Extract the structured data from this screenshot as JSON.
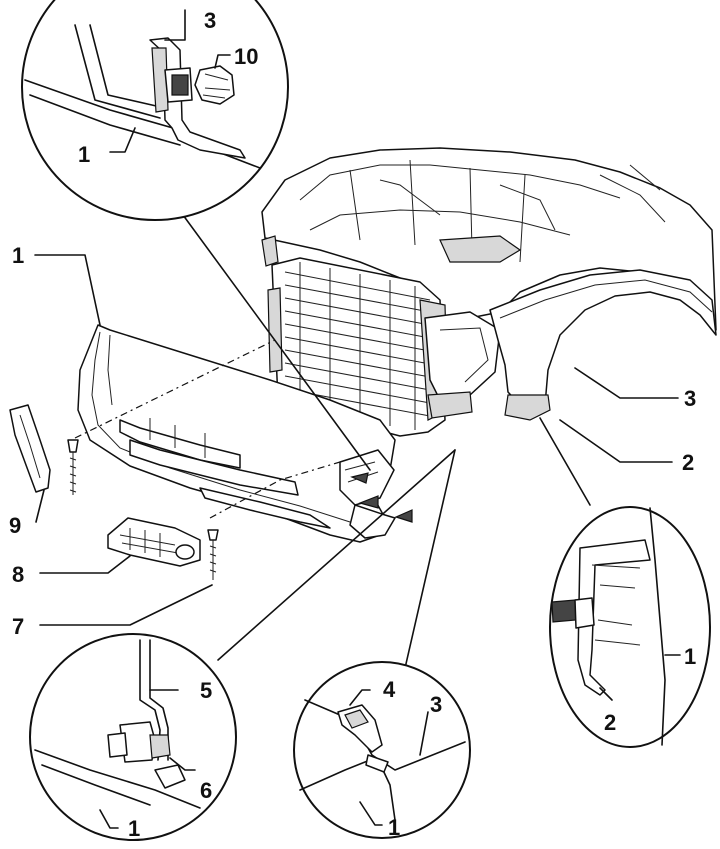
{
  "diagram": {
    "callouts": {
      "top_detail": {
        "c3": "3",
        "c10": "10",
        "c1": "1"
      },
      "main": {
        "c1": "1",
        "c9": "9",
        "c8": "8",
        "c7": "7",
        "c3": "3",
        "c2": "2"
      },
      "right_detail": {
        "c1": "1",
        "c2": "2"
      },
      "bottom_left_detail": {
        "c5": "5",
        "c6": "6",
        "c1": "1"
      },
      "bottom_mid_detail": {
        "c4": "4",
        "c3": "3",
        "c1": "1"
      }
    }
  }
}
